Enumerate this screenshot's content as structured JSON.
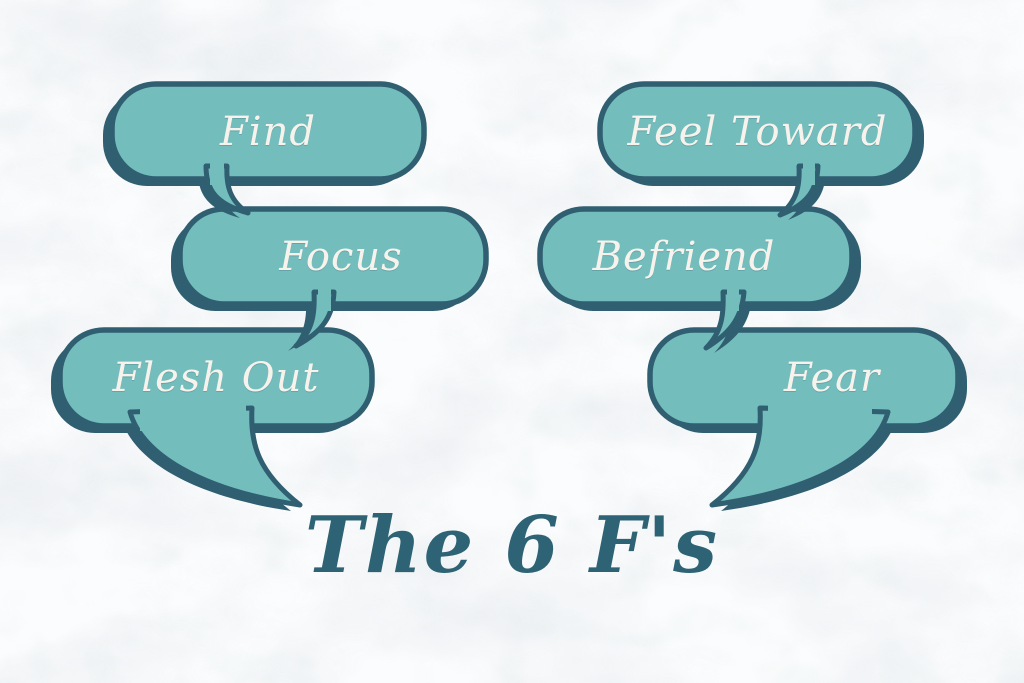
{
  "title": "The 6 F's",
  "bubbles": [
    {
      "name": "find",
      "label": "Find",
      "column": "left"
    },
    {
      "name": "focus",
      "label": "Focus",
      "column": "left"
    },
    {
      "name": "flesh-out",
      "label": "Flesh Out",
      "column": "left"
    },
    {
      "name": "feel-toward",
      "label": "Feel Toward",
      "column": "right"
    },
    {
      "name": "befriend",
      "label": "Befriend",
      "column": "right"
    },
    {
      "name": "fear",
      "label": "Fear",
      "column": "right"
    }
  ],
  "colors": {
    "background": "#fbfcfd",
    "bubble_fill": "#74bdbd",
    "bubble_border": "#2f5f70",
    "bubble_text": "#f7f3ec",
    "title_color": "#2d6374",
    "marble_vein_gray": "#c4cbd3",
    "marble_vein_teal": "#a8c2c0"
  }
}
